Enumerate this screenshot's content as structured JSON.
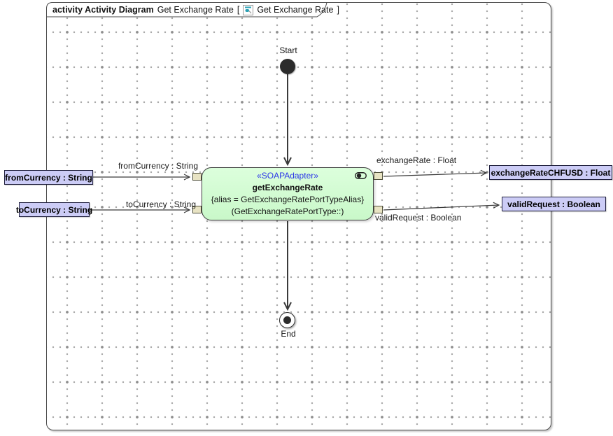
{
  "frame": {
    "kind_label": "activity Activity Diagram",
    "diagram_name": "Get Exchange Rate",
    "open_bracket": "[",
    "ref_name": "Get Exchange Rate",
    "close_bracket": "]"
  },
  "nodes": {
    "start": {
      "label": "Start"
    },
    "end": {
      "label": "End"
    },
    "action": {
      "stereotype": "«SOAPAdapter»",
      "name": "getExchangeRate",
      "constraint": "{alias = GetExchangeRatePortTypeAlias}",
      "port_type": "(GetExchangeRatePortType::)"
    }
  },
  "parameters": {
    "from_currency": {
      "label": "fromCurrency : String",
      "side": "left"
    },
    "to_currency": {
      "label": "toCurrency : String",
      "side": "left"
    },
    "exchange_rate_chfusd": {
      "label": "exchangeRateCHFUSD : Float",
      "side": "right"
    },
    "valid_request": {
      "label": "validRequest : Boolean",
      "side": "right"
    }
  },
  "edge_labels": {
    "from_currency": "fromCurrency : String",
    "to_currency": "toCurrency : String",
    "exchange_rate": "exchangeRate : Float",
    "valid_request": "validRequest : Boolean"
  },
  "colors": {
    "action_fill": "#ccffcc",
    "action_border": "#3d3d3d",
    "parameter_fill": "#ccccf6",
    "parameter_border": "#20203e",
    "stereotype_text": "#2b36e8",
    "pin_fill": "#e8e3c3",
    "frame_border": "#4a4a4a",
    "grid_dot": "#a6a6a6",
    "edge_color": "#3a3a3a"
  }
}
